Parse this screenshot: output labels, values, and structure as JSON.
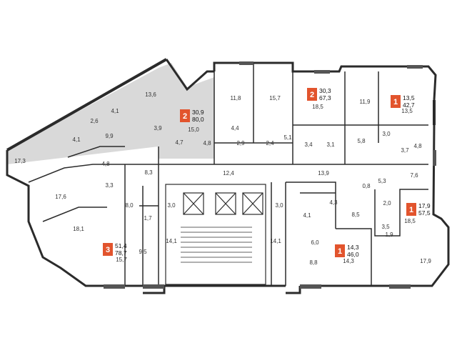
{
  "colors": {
    "highlight_fill": "#d9d9d9",
    "badge": "#e2542d",
    "wall": "#2b2b2b"
  },
  "units": [
    {
      "rooms": "2",
      "living": "30,9",
      "total": "80,0"
    },
    {
      "rooms": "2",
      "living": "30,3",
      "total": "67,3"
    },
    {
      "rooms": "1",
      "living": "13,5",
      "total": "42,7"
    },
    {
      "rooms": "1",
      "living": "17,9",
      "total": "57,5"
    },
    {
      "rooms": "1",
      "living": "14,3",
      "total": "46,0"
    },
    {
      "rooms": "3",
      "living": "51,4",
      "total": "78,7"
    }
  ],
  "room_areas": [
    "17,3",
    "4,1",
    "2,6",
    "4,1",
    "13,6",
    "9,9",
    "3,9",
    "4,7",
    "15,0",
    "4,8",
    "11,8",
    "4,4",
    "15,7",
    "5,1",
    "2,9",
    "2,4",
    "18,5",
    "11,9",
    "13,5",
    "3,4",
    "3,1",
    "3,0",
    "5,8",
    "3,7",
    "4,8",
    "4,8",
    "8,3",
    "12,4",
    "13,9",
    "7,6",
    "3,3",
    "5,3",
    "17,6",
    "8,0",
    "3,0",
    "0,8",
    "4,3",
    "2,0",
    "18,1",
    "1,7",
    "14,1",
    "3,0",
    "14,1",
    "4,1",
    "8,5",
    "3,5",
    "6,0",
    "18,5",
    "1,9",
    "9,5",
    "15,7",
    "8,8",
    "14,3",
    "17,9"
  ]
}
